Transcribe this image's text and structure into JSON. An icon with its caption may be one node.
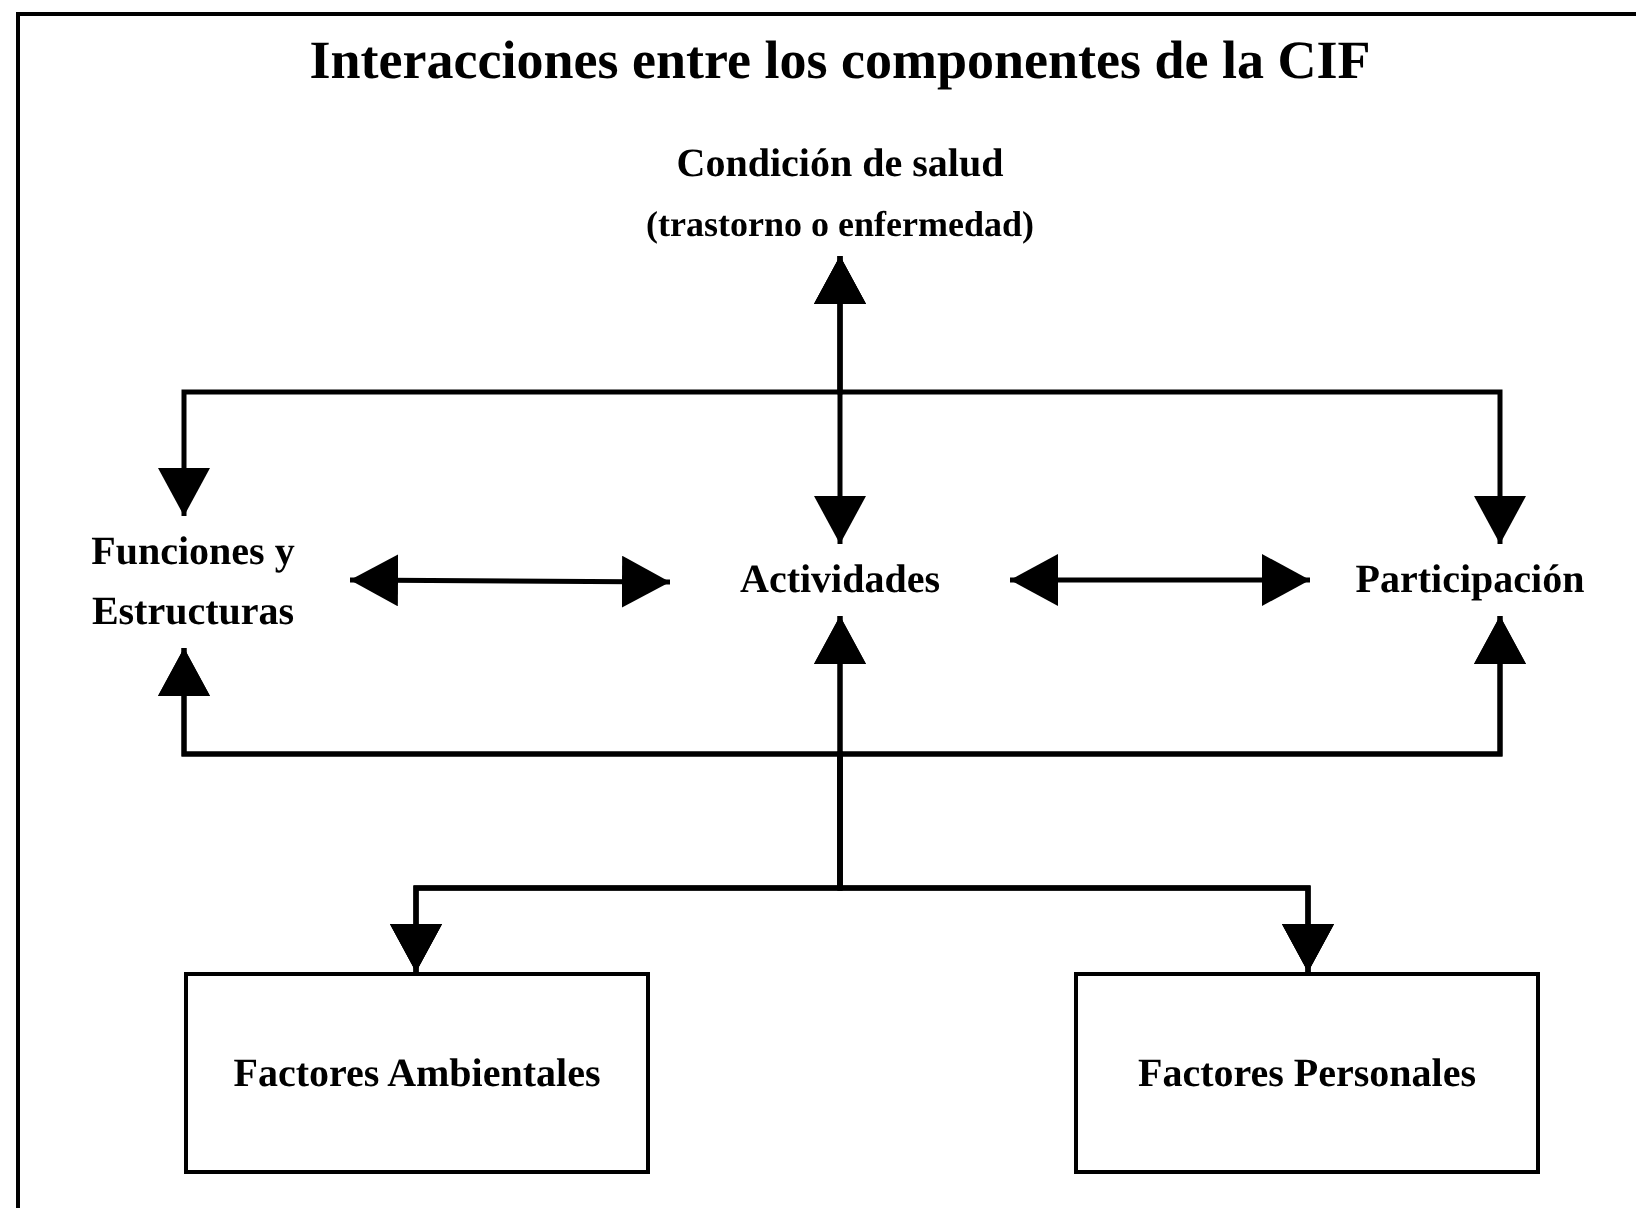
{
  "diagram": {
    "title": "Interacciones entre los componentes de la CIF",
    "nodes": [
      {
        "text": [
          "Condición de salud",
          "(trastorno o enfermedad)"
        ]
      },
      {
        "text": [
          "Funciones y Estructuras"
        ]
      },
      {
        "text": [
          "Actividades"
        ]
      },
      {
        "text": [
          "Participación"
        ]
      },
      {
        "text": [
          "Factores Ambientales"
        ]
      },
      {
        "text": [
          "Factores Personales"
        ]
      }
    ],
    "edges": [
      {
        "from": 0,
        "to": 1,
        "arrow": "both"
      },
      {
        "from": 0,
        "to": 2,
        "arrow": "both"
      },
      {
        "from": 0,
        "to": 3,
        "arrow": "both"
      },
      {
        "from": 1,
        "to": 2,
        "arrow": "both"
      },
      {
        "from": 2,
        "to": 3,
        "arrow": "both"
      },
      {
        "from": 4,
        "to": 1,
        "arrow": "both"
      },
      {
        "from": 4,
        "to": 2,
        "arrow": "both"
      },
      {
        "from": 4,
        "to": 3,
        "arrow": "both"
      },
      {
        "from": 5,
        "to": 1,
        "arrow": "both"
      },
      {
        "from": 5,
        "to": 2,
        "arrow": "both"
      },
      {
        "from": 5,
        "to": 3,
        "arrow": "both"
      }
    ]
  }
}
